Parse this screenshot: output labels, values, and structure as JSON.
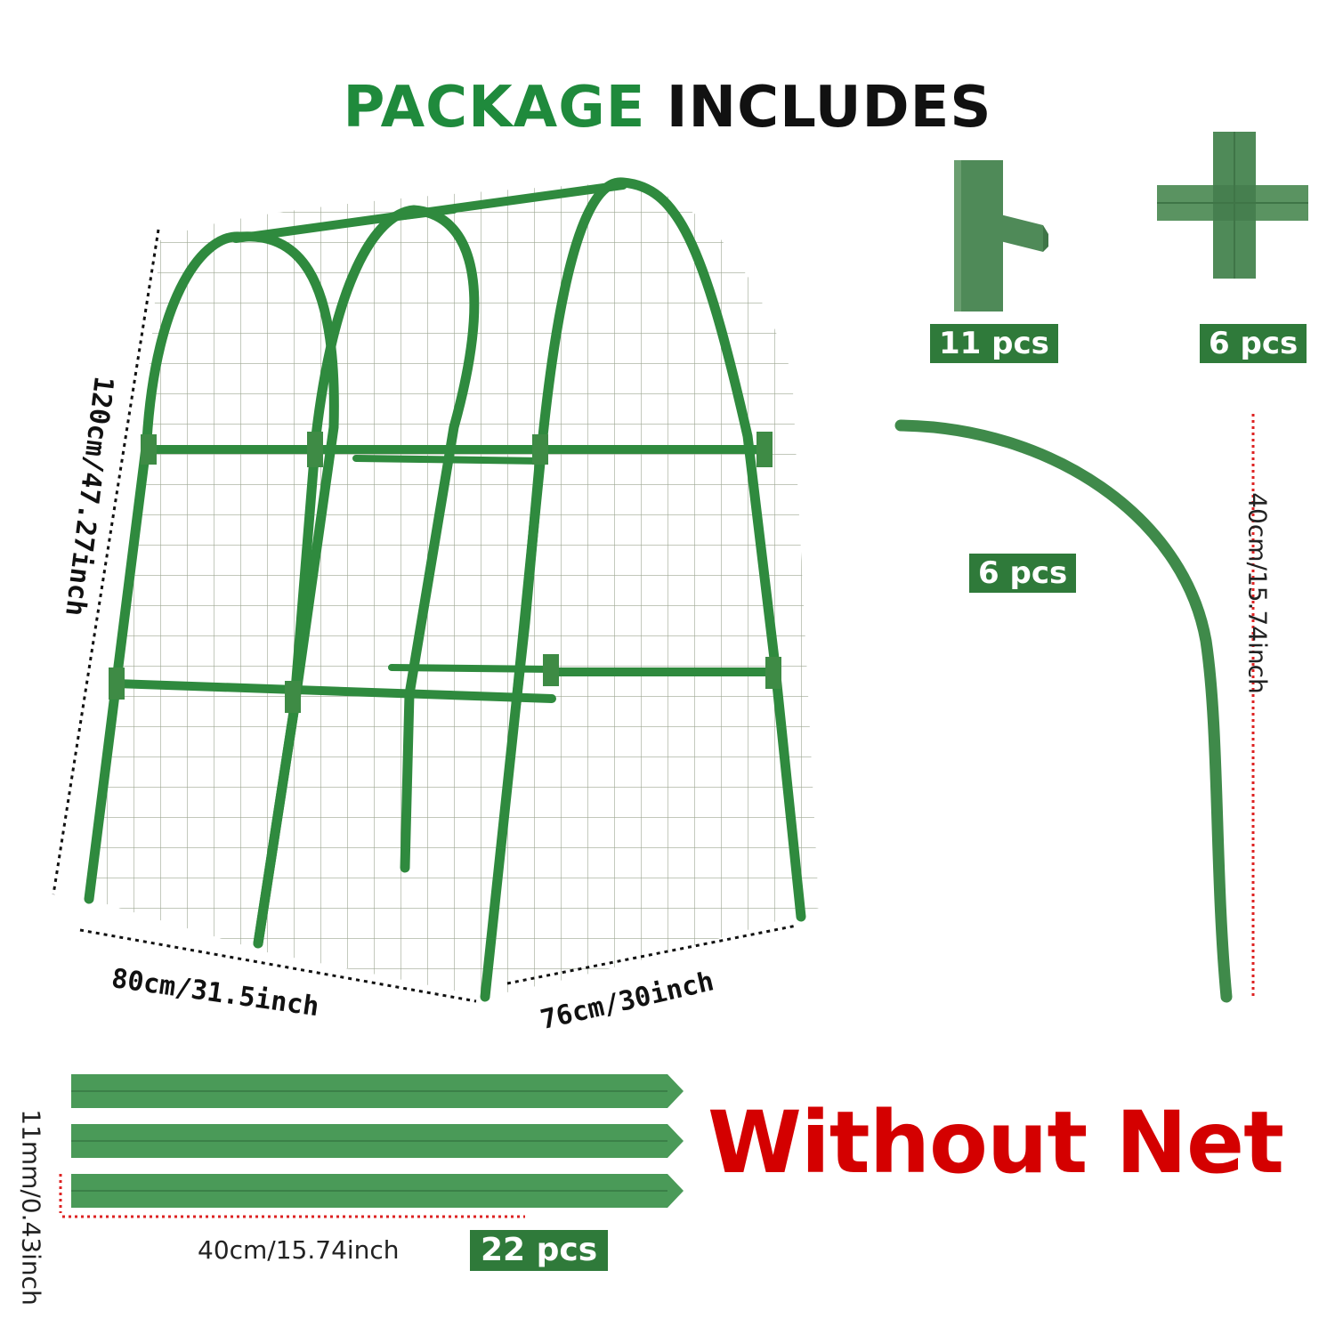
{
  "colors": {
    "green": "#1f8a3c",
    "badge": "#2f7a3a",
    "frame": "#2f8a3e",
    "red": "#d40000"
  },
  "title": {
    "word1": "PACKAGE",
    "word2": "INCLUDES"
  },
  "frame_dims": {
    "height": "120cm/47.27inch",
    "width": "80cm/31.5inch",
    "depth": "76cm/30inch"
  },
  "parts": {
    "tee_connector": {
      "icon": "tee-connector-icon",
      "count": "11 pcs"
    },
    "cross_connector": {
      "icon": "cross-connector-icon",
      "count": "6 pcs"
    },
    "curved_pole": {
      "icon": "curved-pole-icon",
      "count": "6 pcs",
      "length": "40cm/15.74inch"
    },
    "straight_pole": {
      "icon": "straight-pole-icon",
      "count": "22 pcs",
      "length": "40cm/15.74inch",
      "diameter": "11mm/0.43inch"
    }
  },
  "notice": "Without Net"
}
